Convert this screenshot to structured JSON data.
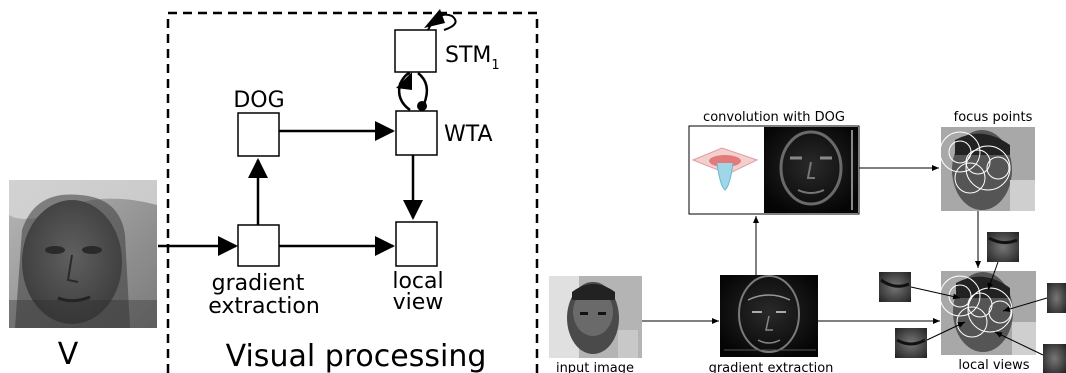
{
  "left_diagram": {
    "input_label": "V",
    "box_title": "Visual processing",
    "nodes": {
      "dog": "DOG",
      "wta": "WTA",
      "stm": "STM",
      "stm_subscript": "1",
      "gradient_line1": "gradient",
      "gradient_line2": "extraction",
      "local_line1": "local",
      "local_line2": "view"
    }
  },
  "right_diagram": {
    "input_image_label": "input image",
    "convolution_label": "convolution with DOG",
    "gradient_label": "gradient extraction",
    "focus_label": "focus points",
    "local_views_label": "local views"
  },
  "colors": {
    "stroke": "#000000",
    "face_dark": "#3a3a3a",
    "face_light": "#b8b8b8",
    "circle_overlay": "#ffffff",
    "dog_surface": "#e89a9a"
  }
}
